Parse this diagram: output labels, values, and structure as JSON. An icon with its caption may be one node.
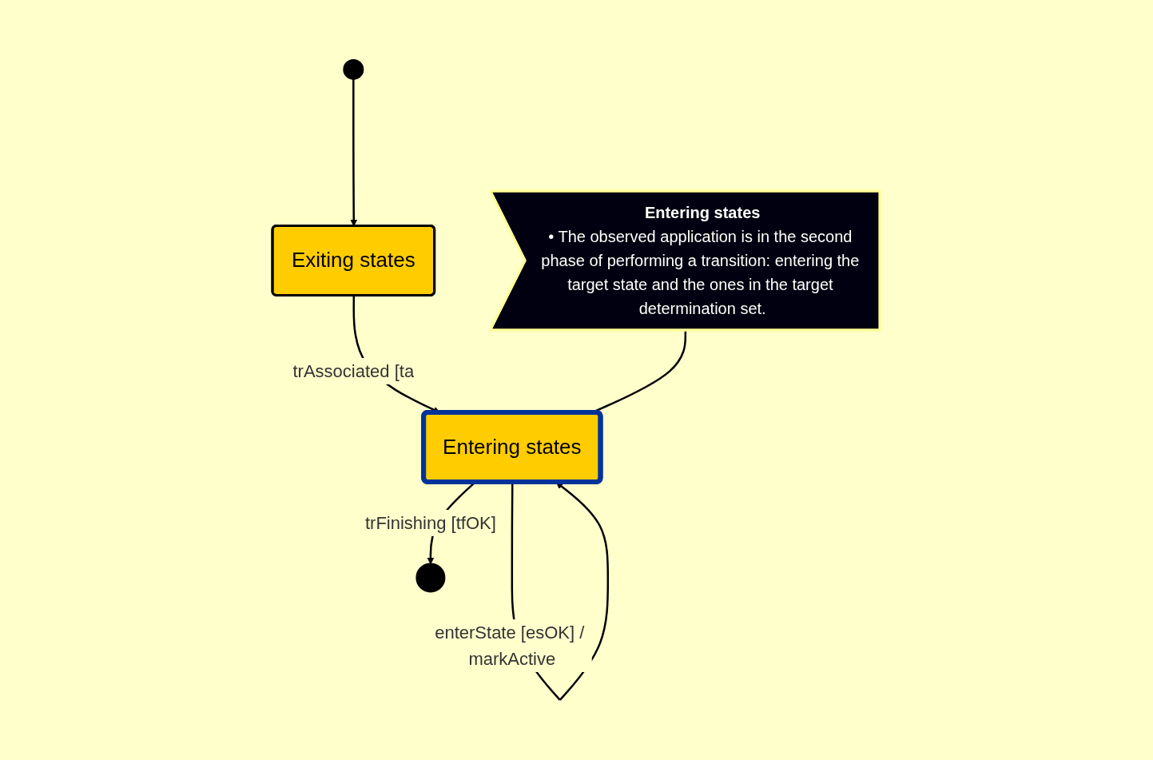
{
  "diagram": {
    "nodes": [
      {
        "text": [],
        "shape": "circle"
      },
      {
        "text": [
          "Exiting states"
        ]
      },
      {
        "text": [
          "Entering states"
        ]
      },
      {
        "text": [],
        "shape": "circle"
      },
      {
        "text": [
          "Entering states",
          "• The observed application is in the second phase of performing a transition: entering the target state and the ones in the target determination set."
        ]
      }
    ],
    "edges": [
      {
        "from": 0,
        "to": 1,
        "arrow": "to"
      },
      {
        "from": 1,
        "to": 2,
        "label": "trAssociated [ta",
        "arrow": "to"
      },
      {
        "from": 2,
        "to": 2,
        "label": "enterState [esOK] / markActive",
        "arrow": "to"
      },
      {
        "from": 2,
        "to": 3,
        "label": "trFinishing [tfOK]",
        "arrow": "to"
      },
      {
        "from": 4,
        "to": 2,
        "arrow": "none"
      }
    ]
  }
}
